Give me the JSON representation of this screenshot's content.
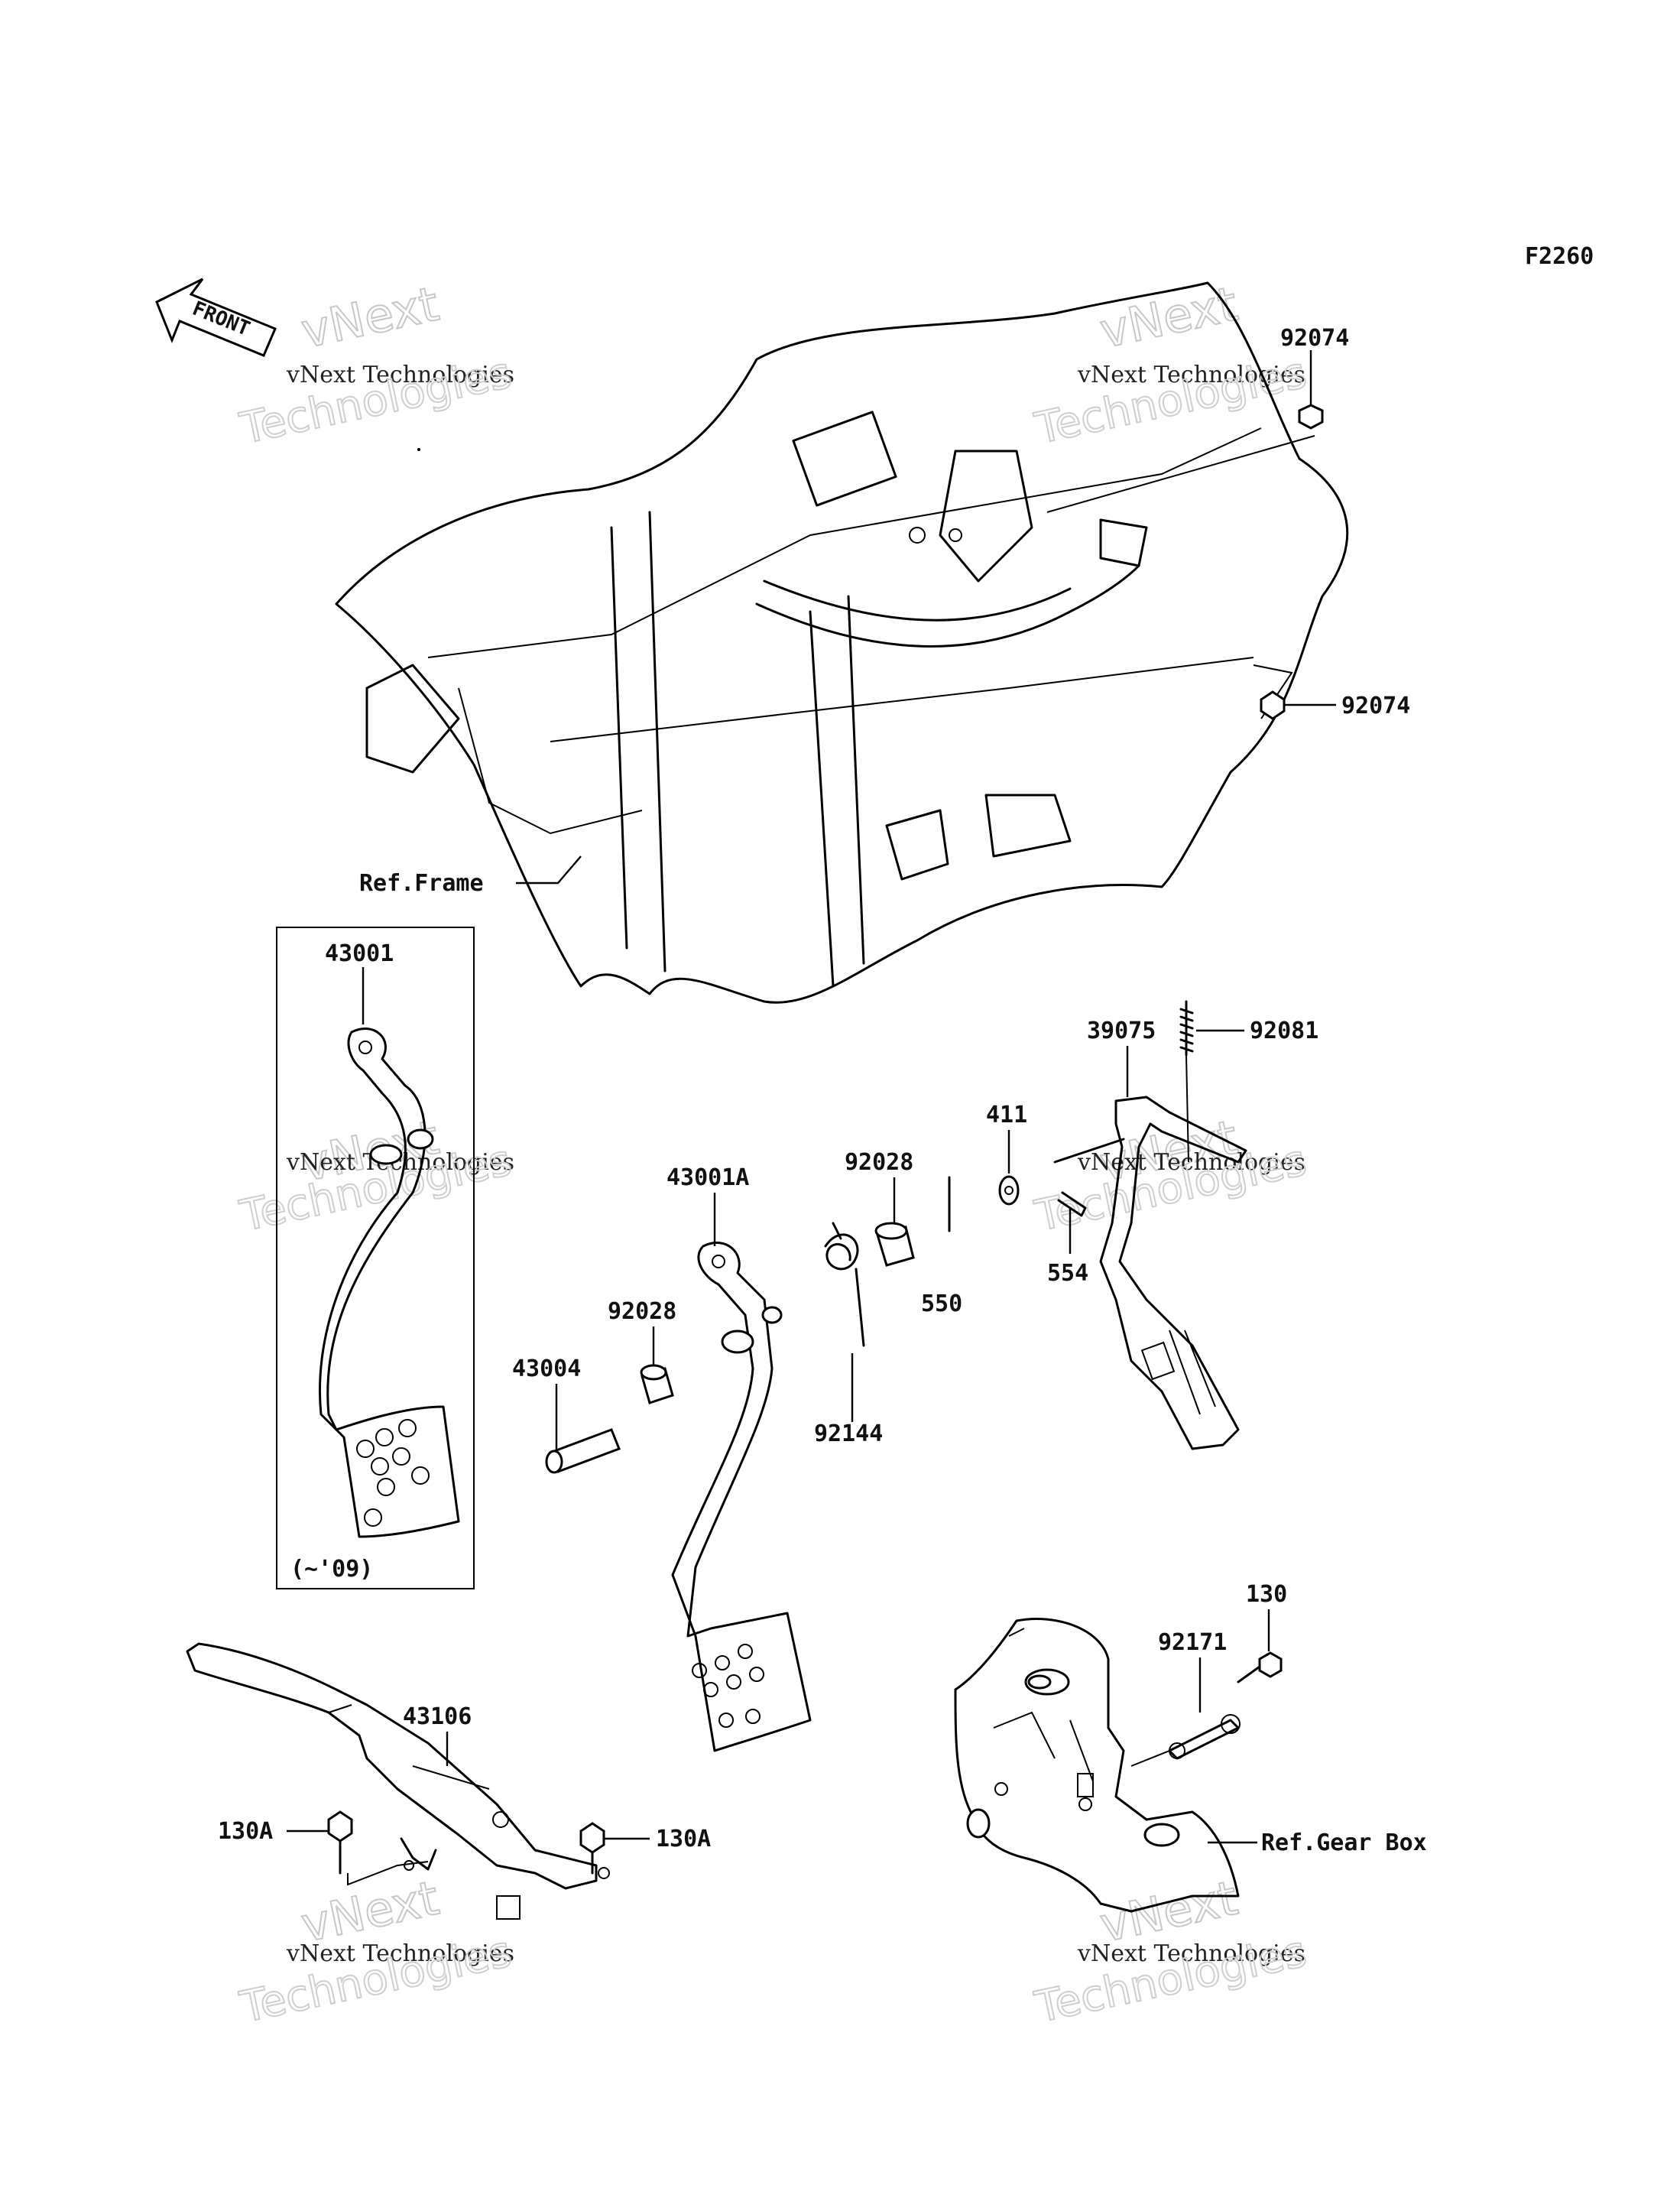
{
  "diagram_code": "F2260",
  "front_label": "FRONT",
  "watermark": {
    "line1": "vNext Technologies",
    "line2": "Technologies"
  },
  "labels": {
    "p92074_top": "92074",
    "p92074_right": "92074",
    "ref_frame": "Ref.Frame",
    "p43001": "43001",
    "years_note": "(~'09)",
    "p39075": "39075",
    "p92081": "92081",
    "p411": "411",
    "p554": "554",
    "p43001a": "43001A",
    "p92028_top": "92028",
    "p550": "550",
    "p92028_left": "92028",
    "p43004": "43004",
    "p92144": "92144",
    "p43106": "43106",
    "p130a_left": "130A",
    "p130a_right": "130A",
    "p130": "130",
    "p92171": "92171",
    "ref_gearbox": "Ref.Gear Box"
  }
}
